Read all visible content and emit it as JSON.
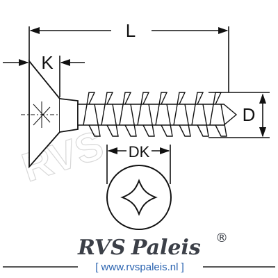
{
  "labels": {
    "length": "L",
    "head_height": "K",
    "diameter": "D",
    "head_diameter": "DK"
  },
  "brand": {
    "name_part1": "RVS",
    "name_part2": "Paleis",
    "registered": "®",
    "url": "[ www.rvspaleis.nl ]",
    "watermark": "RVS"
  }
}
